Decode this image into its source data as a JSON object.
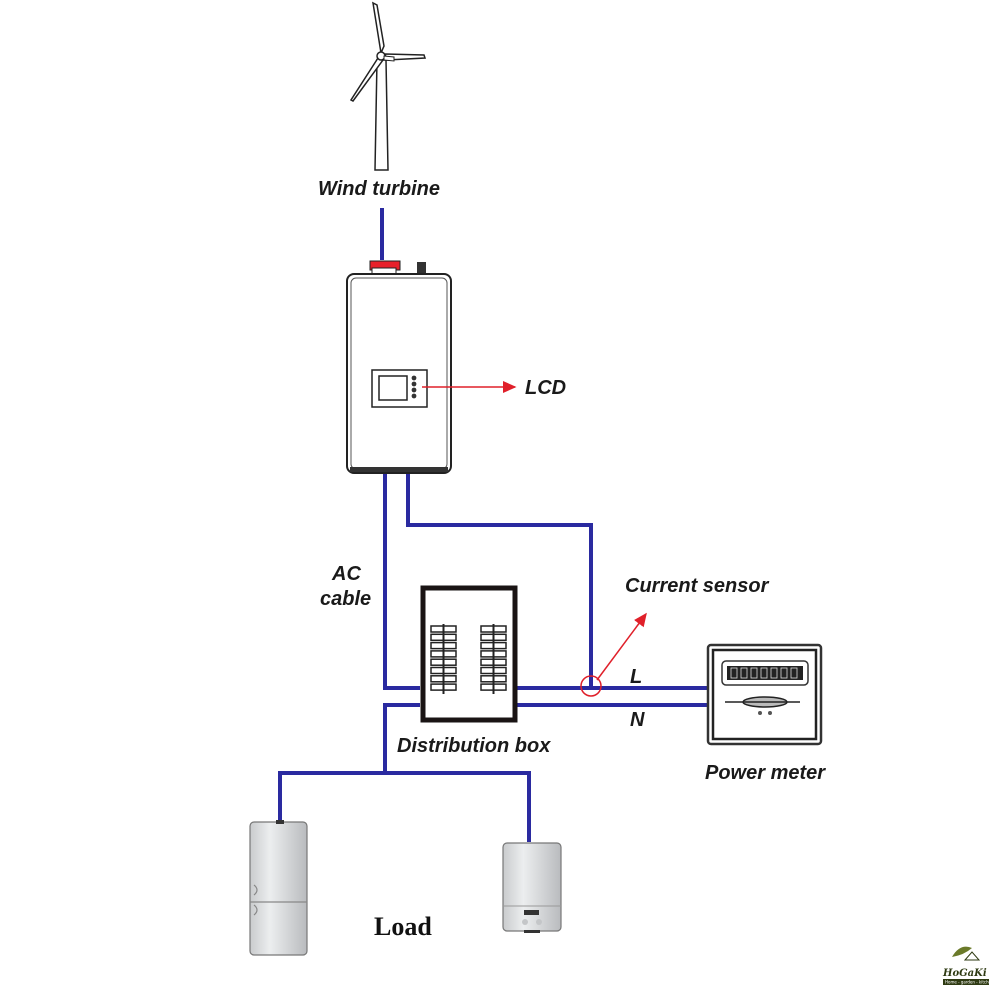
{
  "labels": {
    "wind_turbine": "Wind turbine",
    "lcd": "LCD",
    "ac_cable_line1": "AC",
    "ac_cable_line2": "cable",
    "current_sensor": "Current sensor",
    "line_l": "L",
    "line_n": "N",
    "distribution_box": "Distribution box",
    "power_meter": "Power meter",
    "load": "Load"
  },
  "logo": {
    "name": "HoGaKi",
    "tagline": "Home - garden - kitchen"
  },
  "colors": {
    "wire": "#2a2aa0",
    "annotation": "#e0202a",
    "connector": "#e8202a"
  }
}
